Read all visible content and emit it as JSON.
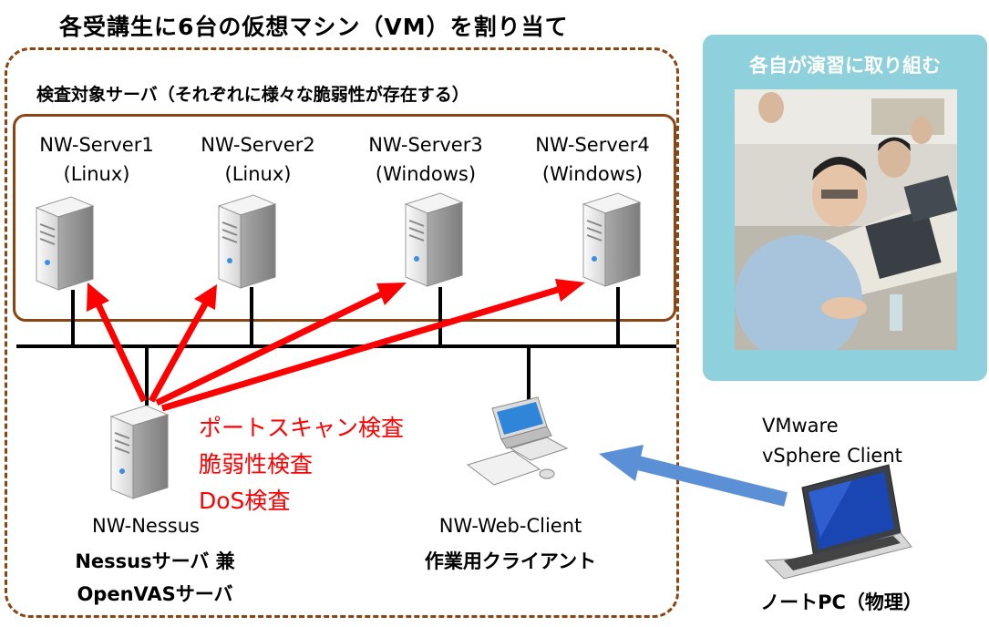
{
  "title": "各受講生に6台の仮想マシン（VM）を割り当て",
  "subtitle": "検査対象サーバ（それぞれに様々な脆弱性が存在する）",
  "servers": [
    {
      "name": "NW-Server1",
      "os": "(Linux)"
    },
    {
      "name": "NW-Server2",
      "os": "(Linux)"
    },
    {
      "name": "NW-Server3",
      "os": "(Windows)"
    },
    {
      "name": "NW-Server4",
      "os": "(Windows)"
    }
  ],
  "scan_labels": [
    "ポートスキャン検査",
    "脆弱性検査",
    "DoS検査"
  ],
  "nessus": {
    "name": "NW-Nessus",
    "role1": "Nessusサーバ 兼",
    "role2": "OpenVASサーバ"
  },
  "web_client": {
    "name": "NW-Web-Client",
    "role": "作業用クライアント"
  },
  "photo_panel": {
    "title": "各自が演習に取り組む"
  },
  "vmware": {
    "line1": "VMware",
    "line2": "vSphere Client"
  },
  "laptop": {
    "label": "ノートPC（物理）"
  },
  "colors": {
    "accent_red": "#ff0000",
    "border_brown": "#8b4513",
    "arrow_blue": "#5b8fd6",
    "panel_teal": "#8ed0dc"
  }
}
